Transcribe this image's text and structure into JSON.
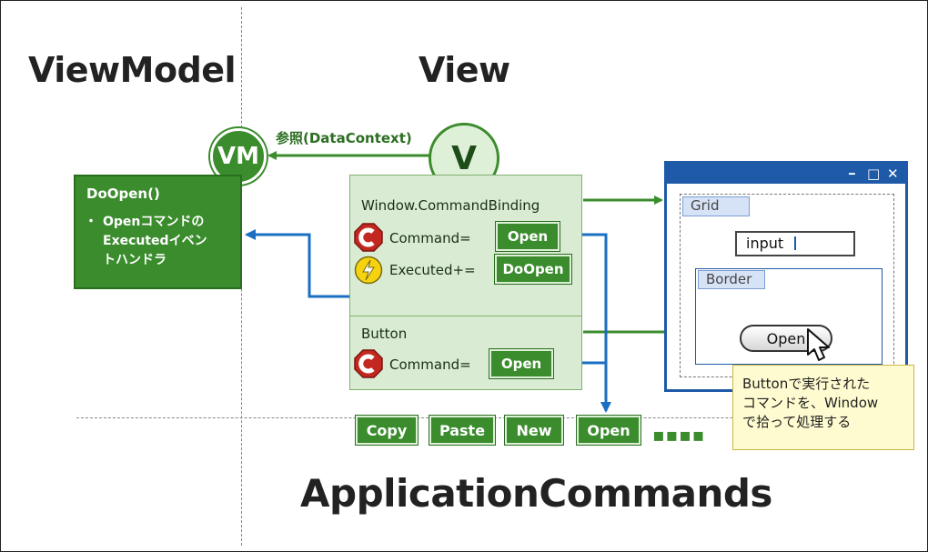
{
  "headings": {
    "viewmodel": "ViewModel",
    "view": "View",
    "application_commands": "ApplicationCommands"
  },
  "nodes": {
    "vm": "VM",
    "v": "V"
  },
  "edge_label": "参照(DataContext)",
  "viewmodel_box": {
    "method": "DoOpen()",
    "bullet": "・",
    "description_lines": [
      "Openコマンドの",
      "Executedイベン",
      "トハンドラ"
    ]
  },
  "window_binding_panel": {
    "title": "Window.CommandBinding",
    "command_label": "Command=",
    "command_value": "Open",
    "executed_label": "Executed+=",
    "executed_value": "DoOpen"
  },
  "button_panel": {
    "title": "Button",
    "command_label": "Command=",
    "command_value": "Open"
  },
  "application_commands": [
    "Copy",
    "Paste",
    "New",
    "Open"
  ],
  "more_indicator": "▪▪▪▪",
  "window_mock": {
    "controls": [
      "━",
      "□",
      "✕"
    ],
    "grid_label": "Grid",
    "input_text": "input",
    "border_label": "Border",
    "button_label": "Open"
  },
  "note_lines": [
    "Buttonで実行された",
    "コマンドを、Window",
    "で拾って処理する"
  ],
  "colors": {
    "green": "#3a8c2c",
    "light_green": "#d9ecd3",
    "blue": "#1e5aa8",
    "arrow_blue": "#1a6fc2",
    "note_yellow": "#fffbd0"
  }
}
